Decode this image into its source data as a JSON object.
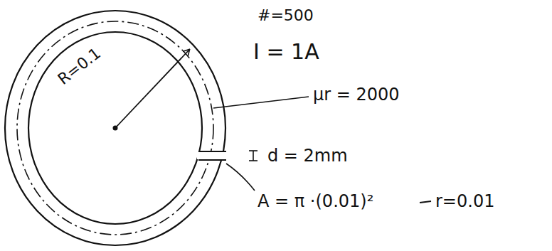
{
  "diagram": {
    "labels": [
      "#=500",
      "I = 1A",
      "R=0.1",
      "μr = 2000",
      "d = 2mm",
      "A = π ·(0.01)²",
      "r=0.01"
    ]
  }
}
